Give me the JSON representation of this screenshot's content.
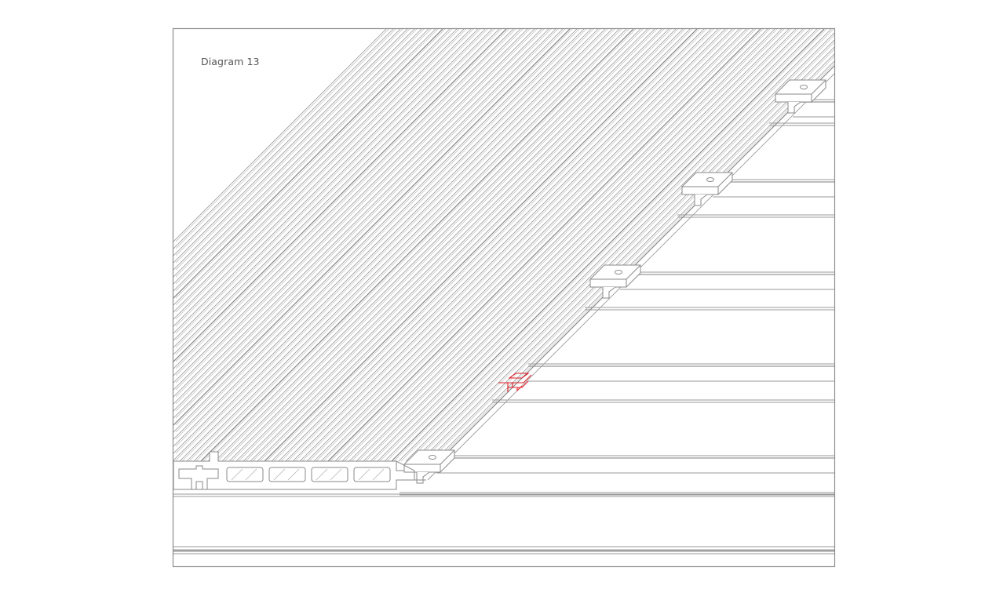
{
  "diagram": {
    "title": "Diagram 13",
    "colors": {
      "line": "#9a9a9a",
      "frame": "#8c8c8c",
      "highlight": "#e0202a",
      "background": "#ffffff"
    },
    "parts": {
      "decking_boards": 4,
      "board_chambers_per_board": 4,
      "visible_joists": 5,
      "fixing_clips": 5,
      "highlighted_clip": 1
    }
  }
}
